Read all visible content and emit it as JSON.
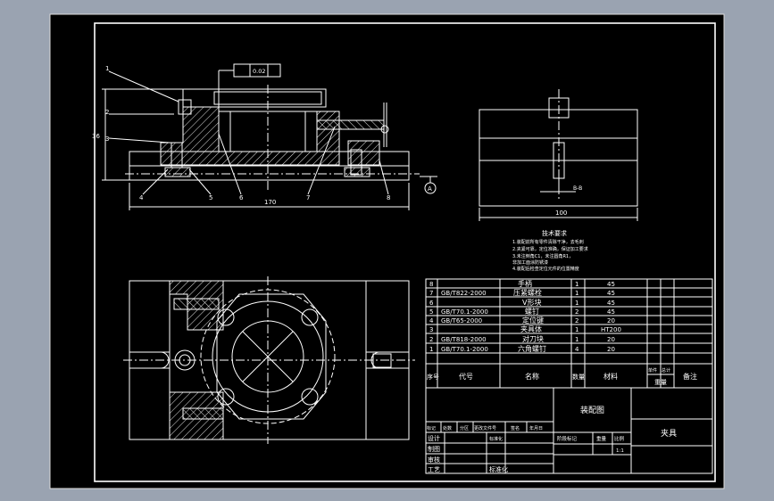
{
  "colors": {
    "frame_bg": "#9aa3b1",
    "sheet_bg": "#000000",
    "line": "#ffffff",
    "hatch": "#e6e6e6"
  },
  "dims": {
    "overall_width": "170",
    "overall_height": "36",
    "side_width": "100",
    "tolerance": "0.02",
    "datum": "A"
  },
  "balloons": [
    "1",
    "2",
    "3",
    "4",
    "5",
    "6",
    "7",
    "8"
  ],
  "side_view": {
    "title": "B-B"
  },
  "notes": {
    "title": "技术要求",
    "lines": [
      "1.装配前所有零件清除干净，去毛刺",
      "2.夹紧可靠，定位准确，保证加工要求",
      "3.未注倒角C1，未注圆角R1，",
      "  非加工面涂防锈漆",
      "4.装配后检查定位元件的位置精度"
    ]
  },
  "bom": {
    "rows": [
      {
        "no": "8",
        "code": "",
        "name": "手柄",
        "qty": "1",
        "material": "45"
      },
      {
        "no": "7",
        "code": "GB/T822-2000",
        "name": "压紧螺栓",
        "qty": "1",
        "material": "45"
      },
      {
        "no": "6",
        "code": "",
        "name": "V形块",
        "qty": "1",
        "material": "45"
      },
      {
        "no": "5",
        "code": "GB/T70.1-2000",
        "name": "螺钉",
        "qty": "2",
        "material": "45"
      },
      {
        "no": "4",
        "code": "GB/T65-2000",
        "name": "定位键",
        "qty": "2",
        "material": "20"
      },
      {
        "no": "3",
        "code": "",
        "name": "夹具体",
        "qty": "1",
        "material": "HT200"
      },
      {
        "no": "2",
        "code": "GB/T818-2000",
        "name": "对刀块",
        "qty": "1",
        "material": "20"
      },
      {
        "no": "1",
        "code": "GB/T70.1-2000",
        "name": "六角螺钉",
        "qty": "4",
        "material": "20"
      }
    ],
    "header": {
      "seq": "序号",
      "code": "代号",
      "name": "名称",
      "qty": "数量",
      "material": "材料",
      "unit": "单件",
      "total": "总计",
      "weight": "重量",
      "remark": "备注"
    }
  },
  "title_block": {
    "drawing_title": "装配图",
    "part_name": "夹具",
    "rev_labels": [
      "标记",
      "处数",
      "分区",
      "更改文件号",
      "签名",
      "年月日"
    ],
    "roles": [
      "设计",
      "制图",
      "审核",
      "工艺"
    ],
    "std_label": "标准化",
    "std_sig": "标准化",
    "stage_label": "阶段标记",
    "weight_label": "重量",
    "scale_label": "比例",
    "scale_value": "1:1"
  }
}
